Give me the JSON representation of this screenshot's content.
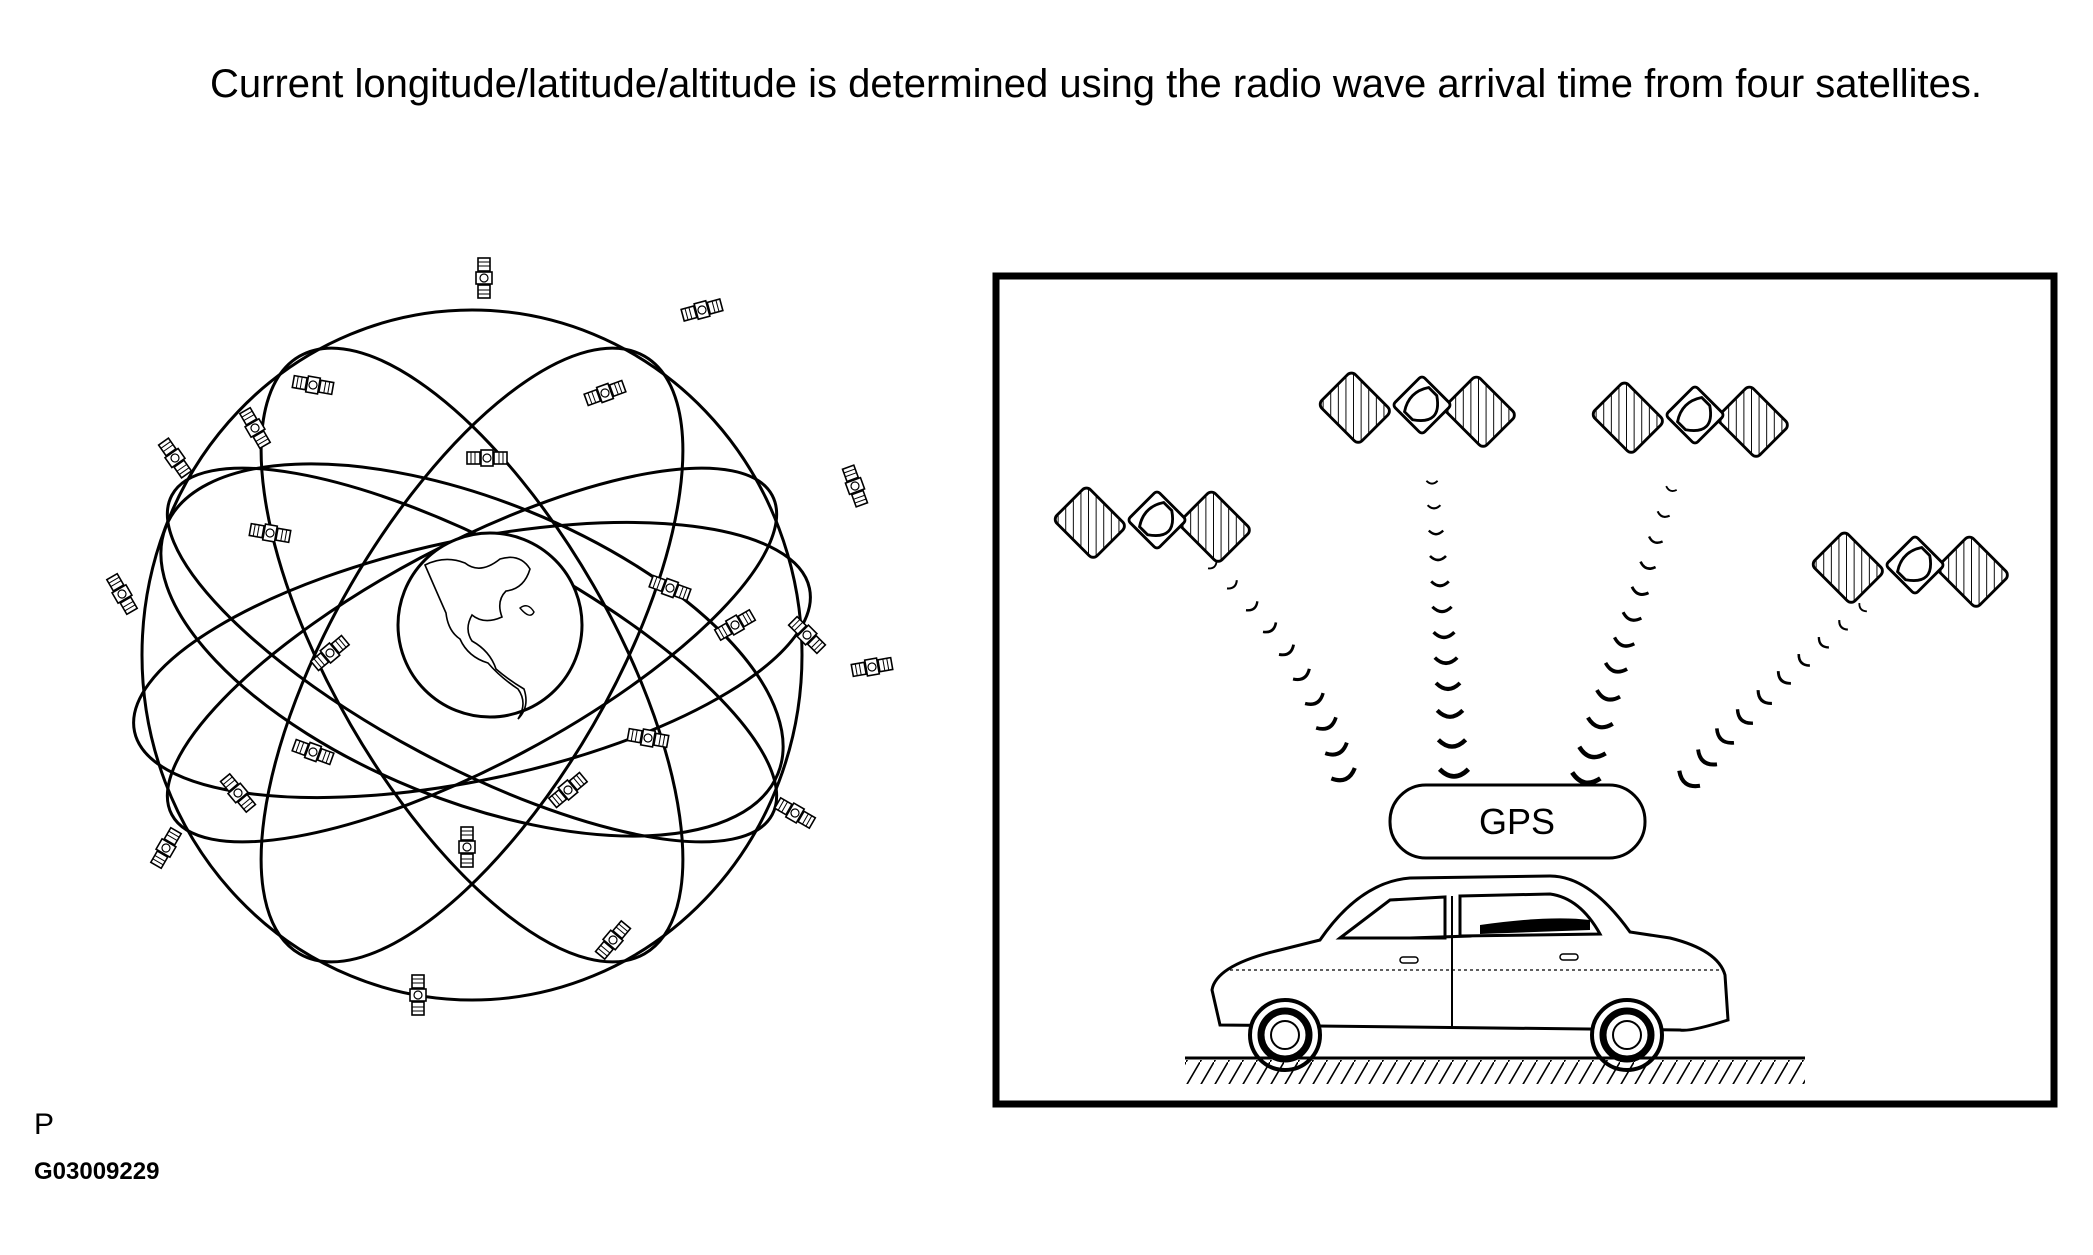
{
  "caption": "Current longitude/latitude/altitude is determined using the radio wave arrival time from four satellites.",
  "receiver_label": "GPS",
  "footer": {
    "page_marker": "P",
    "figure_code": "G03009229"
  },
  "colors": {
    "ink": "#000000",
    "background": "#ffffff"
  },
  "icons": [
    "globe-icon",
    "satellite-icon",
    "radio-wave-icon",
    "car-icon",
    "ground-hatch-icon"
  ]
}
